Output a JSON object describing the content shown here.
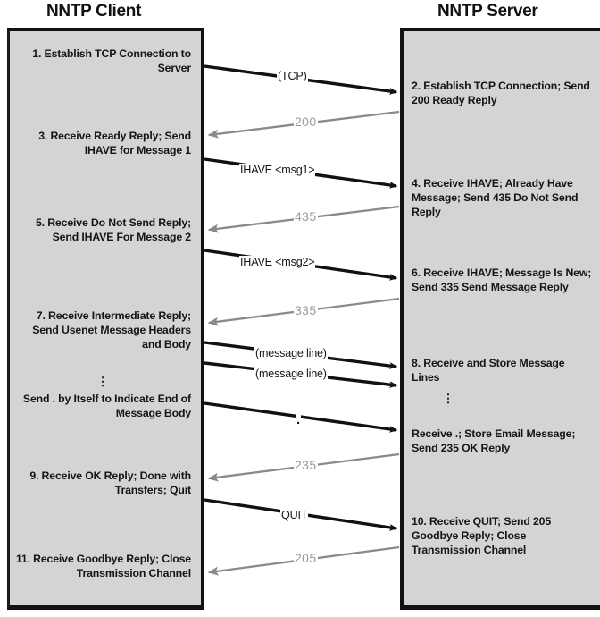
{
  "diagram": {
    "title_client": "NNTP Client",
    "title_server": "NNTP Server",
    "colors": {
      "lane_fill": "#d4d4d4",
      "lane_border": "#111111",
      "client_arrow": "#111111",
      "server_arrow": "#8a8a8a",
      "text": "#151515",
      "gray_label": "#9a9a9a",
      "background": "#ffffff"
    }
  },
  "client_steps": [
    {
      "id": "step-1",
      "text": "1. Establish TCP Connection to Server"
    },
    {
      "id": "step-3",
      "text": "3. Receive Ready Reply; Send IHAVE for Message 1"
    },
    {
      "id": "step-5",
      "text": "5. Receive Do Not Send Reply; Send IHAVE For Message 2"
    },
    {
      "id": "step-7",
      "text": "7. Receive Intermediate Reply; Send Usenet Message Headers and Body"
    },
    {
      "id": "step-send-dot",
      "text": "Send . by Itself to Indicate End of Message Body"
    },
    {
      "id": "step-9",
      "text": "9. Receive OK Reply; Done with Transfers; Quit"
    },
    {
      "id": "step-11",
      "text": "11. Receive Goodbye Reply; Close Transmission Channel"
    }
  ],
  "server_steps": [
    {
      "id": "step-2",
      "text": "2. Establish TCP Connection; Send 200 Ready Reply"
    },
    {
      "id": "step-4",
      "text": "4. Receive IHAVE; Already Have Message; Send 435 Do Not Send Reply"
    },
    {
      "id": "step-6",
      "text": "6. Receive IHAVE; Message Is New; Send 335 Send Message Reply"
    },
    {
      "id": "step-8",
      "text": "8. Receive and Store Message Lines"
    },
    {
      "id": "step-receive-dot",
      "text": "Receive .; Store Email Message; Send 235 OK Reply"
    },
    {
      "id": "step-10",
      "text": "10. Receive QUIT; Send 205 Goodbye Reply; Close Transmission Channel"
    }
  ],
  "ellipsis": {
    "client": "⋮",
    "server": "⋮"
  },
  "messages": [
    {
      "id": "msg-tcp",
      "label": "(TCP)",
      "direction": "client-to-server",
      "style": "black"
    },
    {
      "id": "msg-200",
      "label": "200",
      "direction": "server-to-client",
      "style": "gray"
    },
    {
      "id": "msg-ihave-1",
      "label": "IHAVE <msg1>",
      "direction": "client-to-server",
      "style": "black"
    },
    {
      "id": "msg-435",
      "label": "435",
      "direction": "server-to-client",
      "style": "gray"
    },
    {
      "id": "msg-ihave-2",
      "label": "IHAVE <msg2>",
      "direction": "client-to-server",
      "style": "black"
    },
    {
      "id": "msg-335",
      "label": "335",
      "direction": "server-to-client",
      "style": "gray"
    },
    {
      "id": "msg-line-1",
      "label": "(message line)",
      "direction": "client-to-server",
      "style": "black"
    },
    {
      "id": "msg-line-2",
      "label": "(message line)",
      "direction": "client-to-server",
      "style": "black"
    },
    {
      "id": "msg-dot",
      "label": ".",
      "direction": "client-to-server",
      "style": "black"
    },
    {
      "id": "msg-235",
      "label": "235",
      "direction": "server-to-client",
      "style": "gray"
    },
    {
      "id": "msg-quit",
      "label": "QUIT",
      "direction": "client-to-server",
      "style": "black"
    },
    {
      "id": "msg-205",
      "label": "205",
      "direction": "server-to-client",
      "style": "gray"
    }
  ]
}
